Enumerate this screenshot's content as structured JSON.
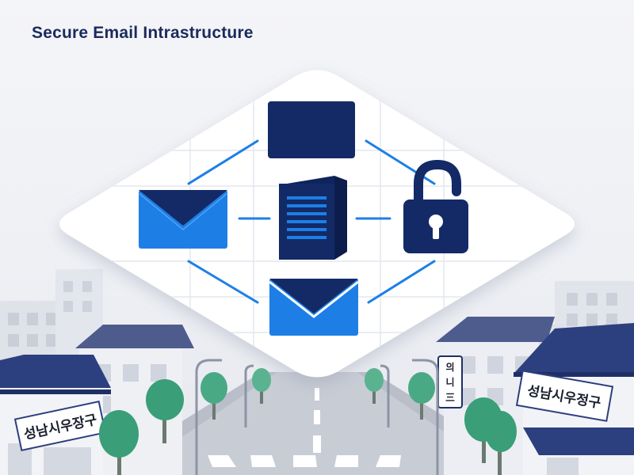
{
  "header": {
    "title": "Secure Email Intrastructure"
  },
  "signs": {
    "left": "성남시우장구",
    "right": "성남시우정구",
    "pole": [
      "의",
      "니",
      "三"
    ]
  },
  "colors": {
    "navy": "#132a66",
    "blue": "#1d7fe6",
    "building_roof": "#2c3f7f",
    "tree": "#3a9e78",
    "platform": "#ffffff",
    "background": "#f1f2f6"
  },
  "icons": {
    "top": "envelope-back-icon",
    "left": "envelope-icon",
    "center": "server-icon",
    "right": "open-padlock-icon",
    "bottom": "envelope-icon"
  }
}
